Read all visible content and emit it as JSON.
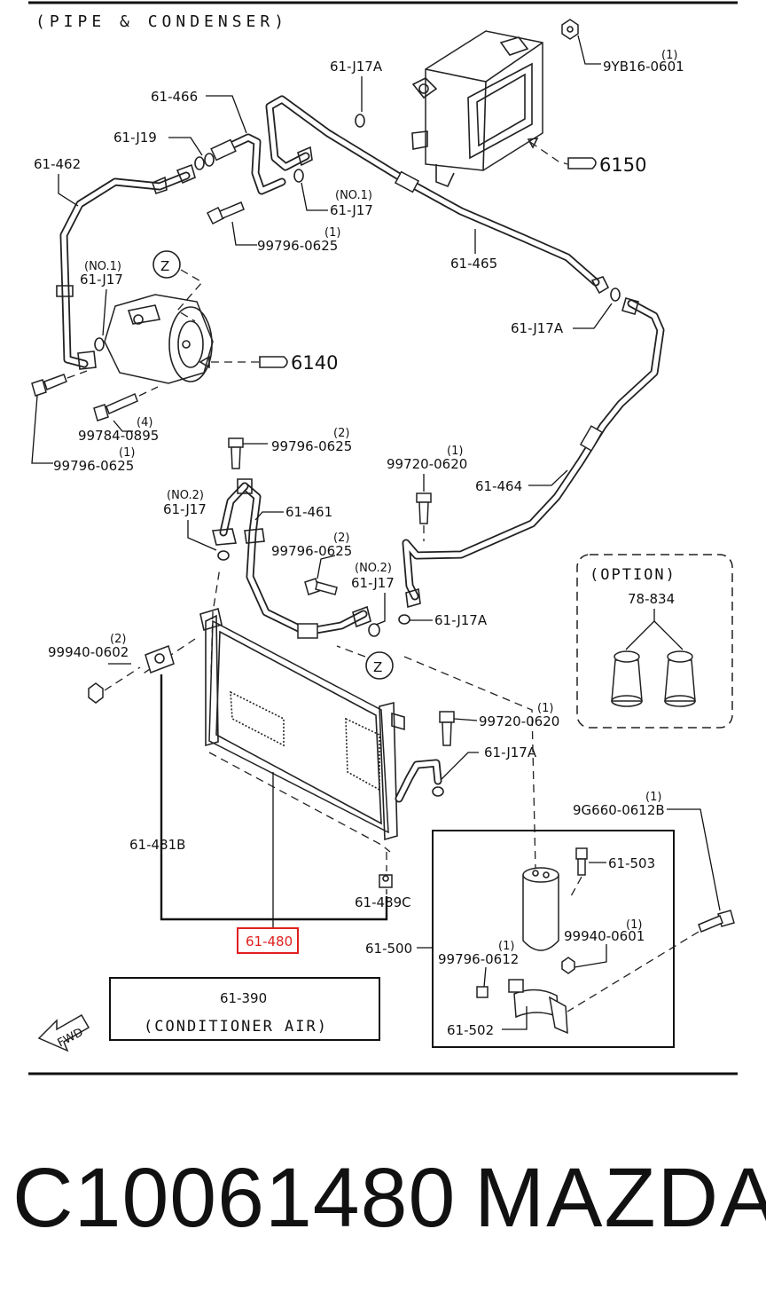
{
  "diagram": {
    "title": "(PIPE & CONDENSER)",
    "highlight_color": "#e0201d",
    "labels": {
      "l_9yb16": "9YB16-0601",
      "l_61j17a_top": "61-J17A",
      "l_61466": "61-466",
      "l_61j19": "61-J19",
      "l_61462": "61-462",
      "l_no1_a": "(NO.1)",
      "l_61j17_a": "61-J17",
      "l_99796_a": "99796-0625",
      "l_6150": "6150",
      "l_61465": "61-465",
      "l_no1_b": "(NO.1)",
      "l_61j17_b": "61-J17",
      "l_61j17a_mid": "61-J17A",
      "l_z1": "Z",
      "l_6140": "6140",
      "l_99784": "99784-0895",
      "l_99796_b": "99796-0625",
      "l_99796_c": "99796-0625",
      "l_99720_a": "99720-0620",
      "l_61464": "61-464",
      "l_no2_a": "(NO.2)",
      "l_61j17_c": "61-J17",
      "l_61461": "61-461",
      "l_99796_d": "99796-0625",
      "l_no2_b": "(NO.2)",
      "l_61j17_d": "61-J17",
      "l_61j17a_low": "61-J17A",
      "l_option": "(OPTION)",
      "l_78834": "78-834",
      "l_99940_a": "99940-0602",
      "l_z2": "Z",
      "l_99720_b": "99720-0620",
      "l_61j17a_bot": "61-J17A",
      "l_9g660": "9G660-0612B",
      "l_61481b": "61-481B",
      "l_61503": "61-503",
      "l_61489c": "61-489C",
      "l_61480": "61-480",
      "l_61500": "61-500",
      "l_99940_b": "99940-0601",
      "l_99796_e": "99796-0612",
      "l_61390": "61-390",
      "l_cond_air": "(CONDITIONER AIR)",
      "l_61502": "61-502",
      "l_fwd": "FWD"
    },
    "quantities": {
      "q_9yb16": "(1)",
      "q_99796_a": "(1)",
      "q_99784": "(4)",
      "q_99796_b": "(1)",
      "q_99796_c": "(2)",
      "q_99720_a": "(1)",
      "q_99796_d": "(2)",
      "q_99940_a": "(2)",
      "q_99720_b": "(1)",
      "q_9g660": "(1)",
      "q_99940_b": "(1)",
      "q_99796_e": "(1)"
    }
  },
  "footer": {
    "part_number": "C10061480",
    "brand": "MAZDA"
  }
}
